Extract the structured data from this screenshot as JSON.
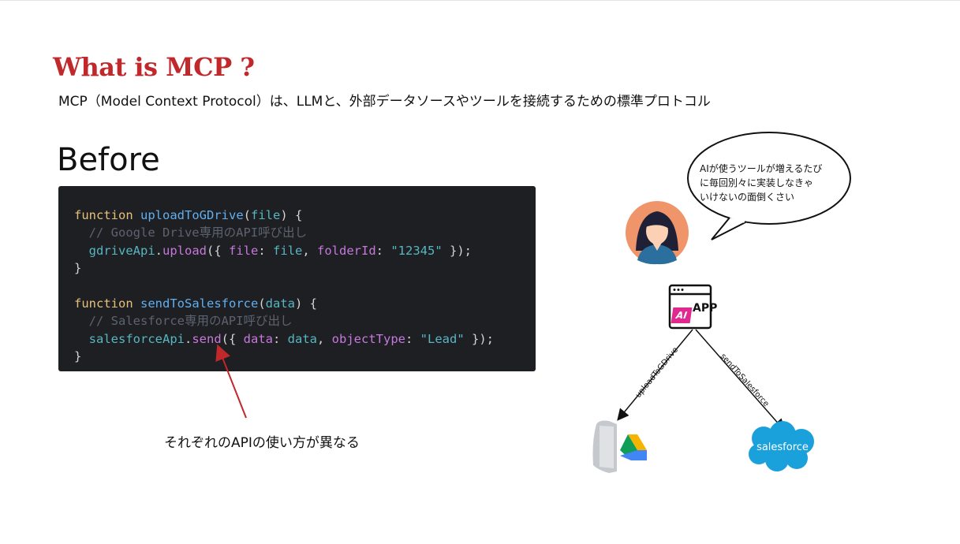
{
  "slide": {
    "title": "What is MCP ?",
    "subtitle": "MCP（Model Context Protocol）は、LLMと、外部データソースやツールを接続するための標準プロトコル",
    "section_heading": "Before",
    "annotation": "それぞれのAPIの使い方が異なる"
  },
  "code": {
    "lines": [
      [
        {
          "t": "function ",
          "c": "kw"
        },
        {
          "t": "uploadToGDrive",
          "c": "fn"
        },
        {
          "t": "(",
          "c": "pl"
        },
        {
          "t": "file",
          "c": "obj"
        },
        {
          "t": ") {",
          "c": "pl"
        }
      ],
      [
        {
          "t": "  // Google Drive専用のAPI呼び出し",
          "c": "cm"
        }
      ],
      [
        {
          "t": "  ",
          "c": "pl"
        },
        {
          "t": "gdriveApi",
          "c": "obj"
        },
        {
          "t": ".",
          "c": "pl"
        },
        {
          "t": "upload",
          "c": "pr"
        },
        {
          "t": "({ ",
          "c": "pl"
        },
        {
          "t": "file",
          "c": "pr"
        },
        {
          "t": ": ",
          "c": "pl"
        },
        {
          "t": "file",
          "c": "obj"
        },
        {
          "t": ", ",
          "c": "pl"
        },
        {
          "t": "folderId",
          "c": "pr"
        },
        {
          "t": ": ",
          "c": "pl"
        },
        {
          "t": "\"12345\"",
          "c": "obj"
        },
        {
          "t": " });",
          "c": "pl"
        }
      ],
      [
        {
          "t": "}",
          "c": "pl"
        }
      ],
      [
        {
          "t": "",
          "c": "pl"
        }
      ],
      [
        {
          "t": "function ",
          "c": "kw"
        },
        {
          "t": "sendToSalesforce",
          "c": "fn"
        },
        {
          "t": "(",
          "c": "pl"
        },
        {
          "t": "data",
          "c": "obj"
        },
        {
          "t": ") {",
          "c": "pl"
        }
      ],
      [
        {
          "t": "  // Salesforce専用のAPI呼び出し",
          "c": "cm"
        }
      ],
      [
        {
          "t": "  ",
          "c": "pl"
        },
        {
          "t": "salesforceApi",
          "c": "obj"
        },
        {
          "t": ".",
          "c": "pl"
        },
        {
          "t": "send",
          "c": "pr"
        },
        {
          "t": "({ ",
          "c": "pl"
        },
        {
          "t": "data",
          "c": "pr"
        },
        {
          "t": ": ",
          "c": "pl"
        },
        {
          "t": "data",
          "c": "obj"
        },
        {
          "t": ", ",
          "c": "pl"
        },
        {
          "t": "objectType",
          "c": "pr"
        },
        {
          "t": ": ",
          "c": "pl"
        },
        {
          "t": "\"Lead\"",
          "c": "obj"
        },
        {
          "t": " });",
          "c": "pl"
        }
      ],
      [
        {
          "t": "}",
          "c": "pl"
        }
      ]
    ]
  },
  "diagram": {
    "speech_bubble_lines": [
      "AIが使うツールが増えるたび",
      "に毎回別々に実装しなきゃ",
      "いけないの面倒くさい"
    ],
    "app_label": "APP",
    "ai_badge": "AI",
    "edge_left_label": "uploadToGDrive",
    "edge_right_label": "sendToSalesforce",
    "salesforce_logo_text": "salesforce",
    "icons": [
      "user-avatar-icon",
      "app-window-icon",
      "google-drive-icon",
      "salesforce-cloud-icon"
    ]
  },
  "colors": {
    "title": "#c0282c",
    "code_background": "#1e1f22",
    "arrow": "#c0282c",
    "avatar_background": "#f0946a",
    "salesforce_blue": "#1aa0db",
    "ai_badge": "#e0288f"
  }
}
